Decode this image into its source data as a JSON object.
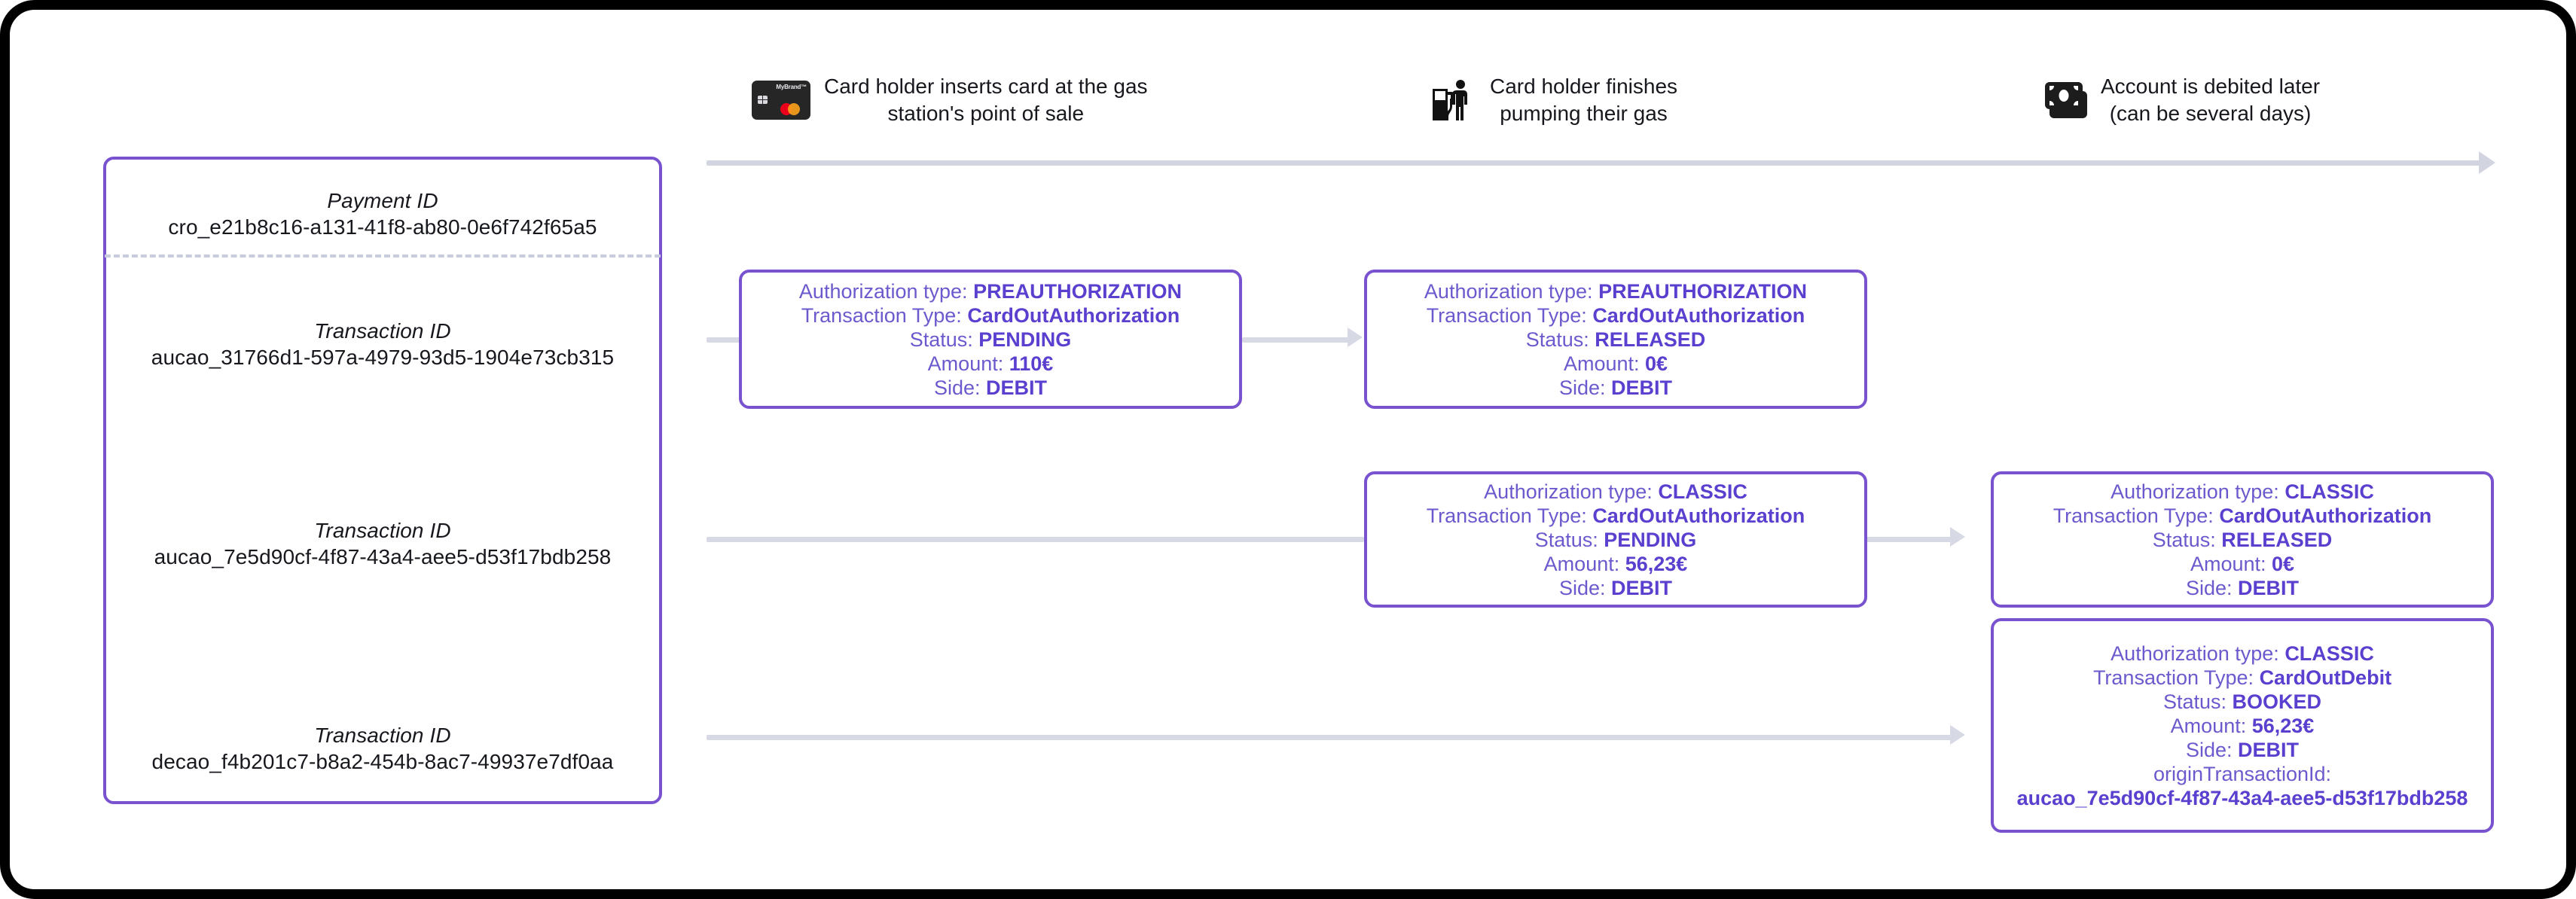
{
  "diagram": {
    "title": "Card payment authorization timeline",
    "accent_purple": "#7952d0",
    "text_purple": "#6a5acd",
    "value_purple": "#5b3fcf",
    "connector_gray": "#d7d9e4"
  },
  "left_panel": {
    "payment": {
      "label": "Payment ID",
      "value": "cro_e21b8c16-a131-41f8-ab80-0e6f742f65a5"
    },
    "transactions": [
      {
        "label": "Transaction ID",
        "value": "aucao_31766d1-597a-4979-93d5-1904e73cb315"
      },
      {
        "label": "Transaction ID",
        "value": "aucao_7e5d90cf-4f87-43a4-aee5-d53f17bdb258"
      },
      {
        "label": "Transaction ID",
        "value": "decao_f4b201c7-b8a2-454b-8ac7-49937e7df0aa"
      }
    ]
  },
  "steps": [
    {
      "icon": "credit-card-icon",
      "label": "Card holder inserts card at the gas\nstation's point of sale",
      "card_brand": "MyBrand™"
    },
    {
      "icon": "gas-pump-person-icon",
      "label": "Card holder finishes\npumping their gas"
    },
    {
      "icon": "banknotes-icon",
      "label": "Account is debited later\n(can be several days)"
    }
  ],
  "boxes": [
    {
      "id": "preauth-pending",
      "lines": [
        {
          "label": "Authorization type: ",
          "value": "PREAUTHORIZATION"
        },
        {
          "label": "Transaction Type: ",
          "value": "CardOutAuthorization"
        },
        {
          "label": "Status: ",
          "value": "PENDING"
        },
        {
          "label": "Amount: ",
          "value": "110€"
        },
        {
          "label": "Side: ",
          "value": "DEBIT"
        }
      ]
    },
    {
      "id": "preauth-released",
      "lines": [
        {
          "label": "Authorization type: ",
          "value": "PREAUTHORIZATION"
        },
        {
          "label": "Transaction Type: ",
          "value": "CardOutAuthorization"
        },
        {
          "label": "Status: ",
          "value": "RELEASED"
        },
        {
          "label": "Amount: ",
          "value": "0€"
        },
        {
          "label": "Side: ",
          "value": "DEBIT"
        }
      ]
    },
    {
      "id": "classic-pending",
      "lines": [
        {
          "label": "Authorization type: ",
          "value": "CLASSIC"
        },
        {
          "label": "Transaction Type: ",
          "value": "CardOutAuthorization"
        },
        {
          "label": "Status: ",
          "value": "PENDING"
        },
        {
          "label": "Amount: ",
          "value": "56,23€"
        },
        {
          "label": "Side: ",
          "value": "DEBIT"
        }
      ]
    },
    {
      "id": "classic-released",
      "lines": [
        {
          "label": "Authorization type: ",
          "value": "CLASSIC"
        },
        {
          "label": "Transaction Type: ",
          "value": "CardOutAuthorization"
        },
        {
          "label": "Status: ",
          "value": "RELEASED"
        },
        {
          "label": "Amount: ",
          "value": "0€"
        },
        {
          "label": "Side: ",
          "value": "DEBIT"
        }
      ]
    },
    {
      "id": "classic-booked",
      "lines": [
        {
          "label": "Authorization type: ",
          "value": "CLASSIC"
        },
        {
          "label": "Transaction Type: ",
          "value": "CardOutDebit"
        },
        {
          "label": "Status: ",
          "value": "BOOKED"
        },
        {
          "label": "Amount: ",
          "value": "56,23€"
        },
        {
          "label": "Side: ",
          "value": "DEBIT"
        },
        {
          "label": "originTransactionId:",
          "value": ""
        },
        {
          "label": "",
          "value": "aucao_7e5d90cf-4f87-43a4-aee5-d53f17bdb258"
        }
      ]
    }
  ]
}
